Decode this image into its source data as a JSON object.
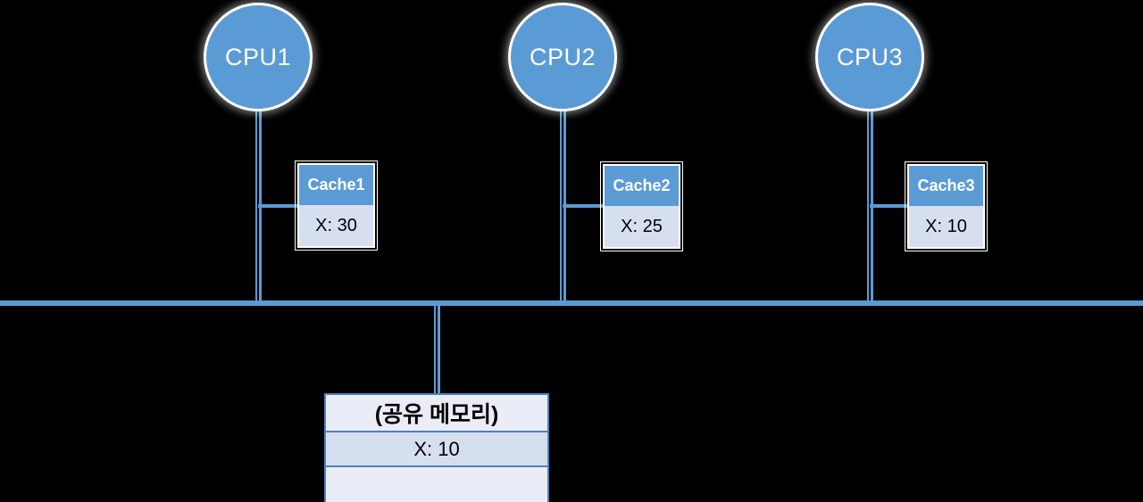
{
  "diagram": {
    "title": "multiprocessor cache coherence diagram",
    "colors": {
      "background": "#000000",
      "node_fill": "#5B9BD5",
      "node_ring": "#FFFFFF",
      "line": "#5B9BD5",
      "cache_header_bg": "#5B9BD5",
      "cache_body_bg": "#D6DFEF",
      "memory_border": "#4F81BD",
      "memory_light_bg": "#EAEDF8",
      "memory_value_bg": "#D6DFEF",
      "text_on_blue": "#FFFFFF",
      "text_dark": "#000000"
    },
    "cpus": [
      {
        "label": "CPU1",
        "cache": {
          "title": "Cache1",
          "value": "X: 30"
        }
      },
      {
        "label": "CPU2",
        "cache": {
          "title": "Cache2",
          "value": "X: 25"
        }
      },
      {
        "label": "CPU3",
        "cache": {
          "title": "Cache3",
          "value": "X: 10"
        }
      }
    ],
    "memory": {
      "title": "(공유 메모리)",
      "value": "X: 10",
      "empty_row": ""
    }
  }
}
